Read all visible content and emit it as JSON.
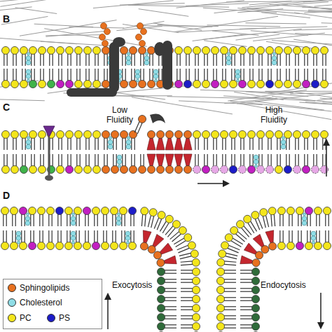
{
  "diagram": {
    "labels": [
      "B",
      "C",
      "D",
      "Low Fluidity",
      "High Fluidity",
      "Exocytosis",
      "Endocytosis"
    ],
    "legend": [
      {
        "text": "Sphingolipids",
        "color": "#e8711f"
      },
      {
        "text": "Cholesterol",
        "color": "#8fdde6"
      },
      {
        "text": "PC",
        "color": "#f4e61c"
      },
      {
        "text": "PS",
        "color": "#1c1cc8"
      }
    ]
  }
}
